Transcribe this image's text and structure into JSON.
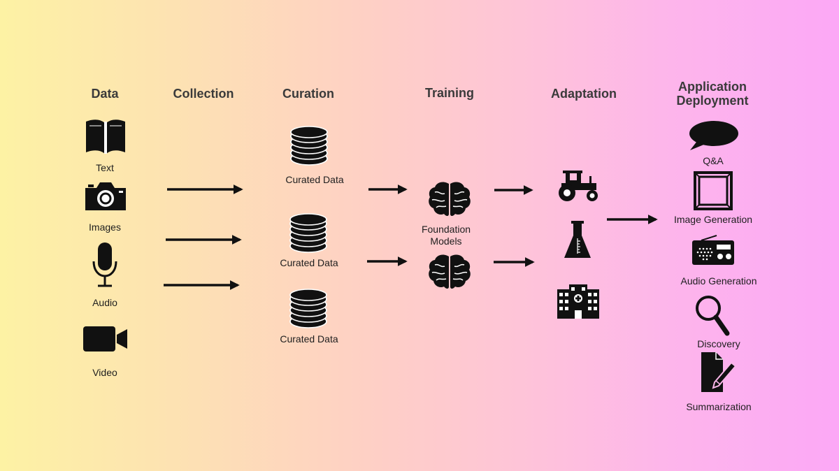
{
  "stages": {
    "data": "Data",
    "collection": "Collection",
    "curation": "Curation",
    "training": "Training",
    "adaptation": "Adaptation",
    "application_line1": "Application",
    "application_line2": "Deployment"
  },
  "data_sources": {
    "text": "Text",
    "images": "Images",
    "audio": "Audio",
    "video": "Video"
  },
  "curated": [
    "Curated Data",
    "Curated Data",
    "Curated Data"
  ],
  "foundation": {
    "line1": "Foundation",
    "line2": "Models"
  },
  "applications": {
    "qa": "Q&A",
    "image_generation": "Image Generation",
    "audio_generation": "Audio Generation",
    "discovery": "Discovery",
    "summarization": "Summarization"
  }
}
